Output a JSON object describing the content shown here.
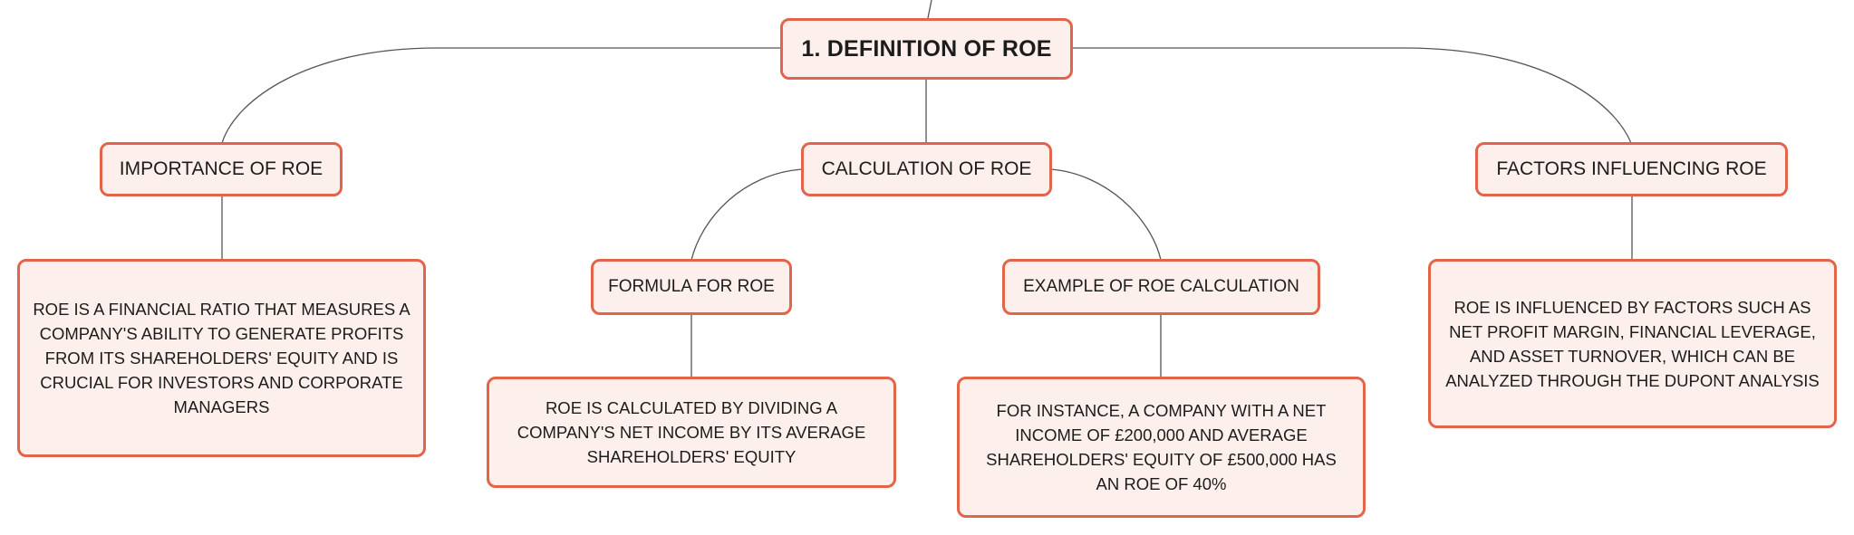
{
  "colors": {
    "node_fill": "#fdf0ec",
    "node_border": "#e2644a",
    "connector": "#555555",
    "text": "#1c1c1c"
  },
  "root": {
    "label": "1. DEFINITION OF ROE"
  },
  "importance": {
    "label": "IMPORTANCE OF ROE",
    "description": "ROE IS A FINANCIAL RATIO THAT MEASURES A COMPANY'S ABILITY TO GENERATE PROFITS FROM ITS SHAREHOLDERS' EQUITY AND IS CRUCIAL FOR INVESTORS AND CORPORATE MANAGERS"
  },
  "calculation": {
    "label": "CALCULATION OF ROE",
    "formula": {
      "label": "FORMULA FOR ROE",
      "description": "ROE IS CALCULATED BY DIVIDING A COMPANY'S NET INCOME BY ITS AVERAGE SHAREHOLDERS' EQUITY"
    },
    "example": {
      "label": "EXAMPLE OF ROE CALCULATION",
      "description": "FOR INSTANCE, A COMPANY WITH A NET INCOME OF £200,000 AND AVERAGE SHAREHOLDERS' EQUITY OF £500,000 HAS AN ROE OF 40%"
    }
  },
  "factors": {
    "label": "FACTORS INFLUENCING ROE",
    "description": "ROE IS INFLUENCED BY FACTORS SUCH AS NET PROFIT MARGIN, FINANCIAL LEVERAGE, AND ASSET TURNOVER, WHICH CAN BE ANALYZED THROUGH THE DUPONT ANALYSIS"
  }
}
